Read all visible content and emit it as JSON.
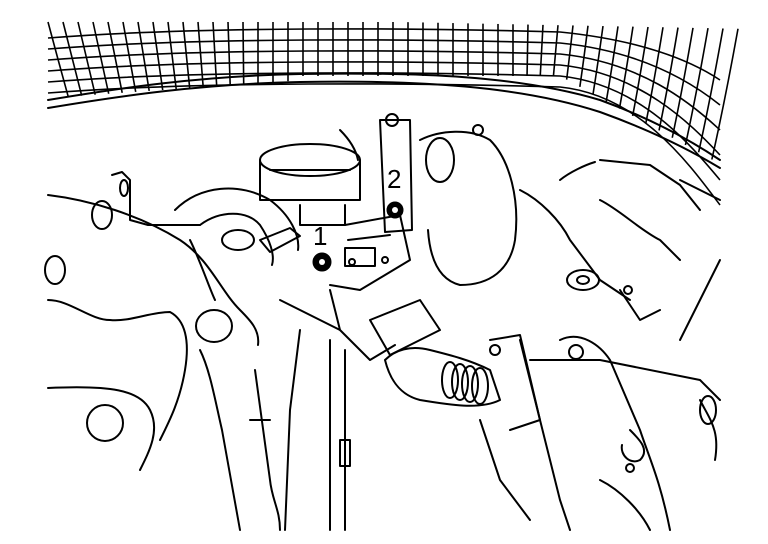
{
  "figure": {
    "type": "line-art engine compartment illustration",
    "callouts": [
      {
        "id": "1",
        "label": "1",
        "target": "bolt"
      },
      {
        "id": "2",
        "label": "2",
        "target": "bolt"
      }
    ]
  },
  "colors": {
    "line": "#000000",
    "background": "#ffffff"
  }
}
